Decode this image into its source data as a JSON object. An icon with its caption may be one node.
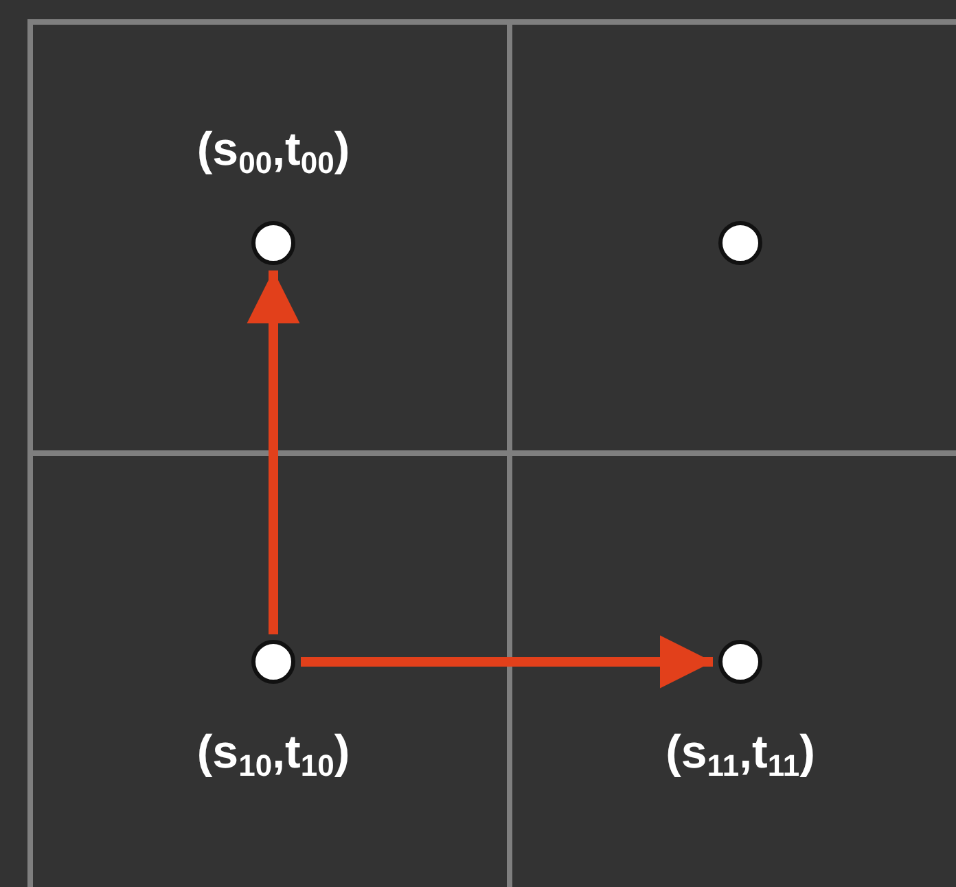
{
  "diagram": {
    "nodes": [
      {
        "text": [],
        "shape": "circle",
        "beside": [
          "(s$_{00}$,t$_{00}$)"
        ]
      },
      {
        "text": [],
        "shape": "circle"
      },
      {
        "text": [],
        "shape": "circle",
        "beside": [
          "(s$_{10}$,t$_{10}$)"
        ]
      },
      {
        "text": [],
        "shape": "circle",
        "beside": [
          "(s$_{11}$,t$_{11}$)"
        ]
      }
    ],
    "edges": [
      {
        "from": 2,
        "to": 0,
        "arrow": "to"
      },
      {
        "from": 2,
        "to": 3,
        "arrow": "to"
      }
    ]
  }
}
